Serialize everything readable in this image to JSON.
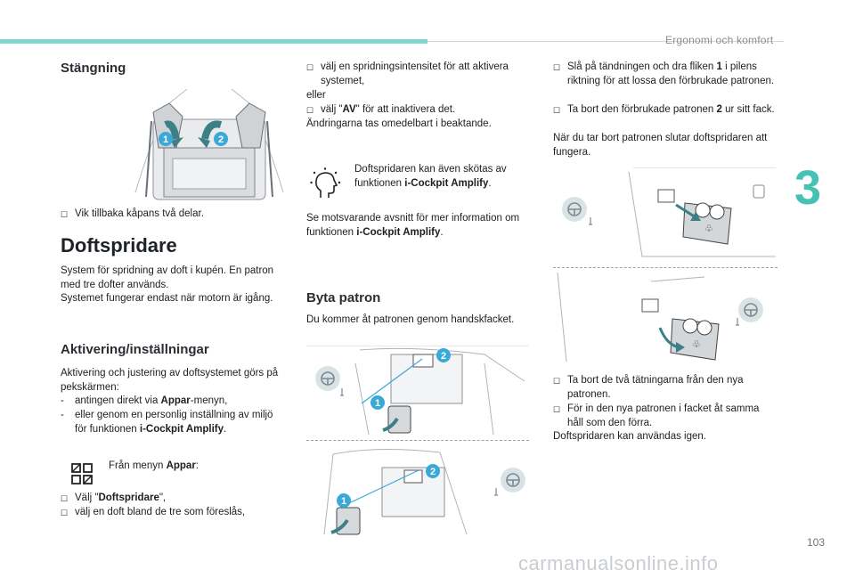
{
  "header": {
    "chapter_title": "Ergonomi och komfort",
    "chapter_number": "3"
  },
  "page_number": "103",
  "watermark": "carmanualsonline.info",
  "col1": {
    "closing_heading": "Stängning",
    "closing_bullet": "Vik tillbaka kåpans två delar.",
    "figure_labels": [
      "1",
      "2"
    ],
    "diffuser_heading": "Doftspridare",
    "diffuser_text_1": "System för spridning av doft i kupén. En patron med tre dofter används.",
    "diffuser_text_2": "Systemet fungerar endast när motorn är igång.",
    "activation_heading": "Aktivering/inställningar",
    "activation_text": "Aktivering och justering av doftsystemet görs på pekskärmen:",
    "dash_1_prefix": "antingen direkt via ",
    "dash_1_bold": "Appar",
    "dash_1_suffix": "-menyn,",
    "dash_2_prefix": "eller genom en personlig inställning av miljö för funktionen ",
    "dash_2_bold": "i-Cockpit Amplify",
    "dash_2_suffix": ".",
    "menu_prefix": "Från menyn ",
    "menu_bold": "Appar",
    "menu_suffix": ":",
    "bullet_select_prefix": "Välj \"",
    "bullet_select_bold": "Doftspridare",
    "bullet_select_suffix": "\",",
    "bullet_choose": "välj en doft bland de tre som föreslås,"
  },
  "col2": {
    "bullet_intensity": "välj en spridningsintensitet för att aktivera systemet,",
    "or": "eller",
    "bullet_off_prefix": "välj \"",
    "bullet_off_bold": "AV",
    "bullet_off_suffix": "\" för att inaktivera det.",
    "changes_text": "Ändringarna tas omedelbart i beaktande.",
    "note_prefix": "Doftspridaren kan även skötas av funktionen ",
    "note_bold": "i-Cockpit Amplify",
    "note_suffix": ".",
    "see_prefix": "Se motsvarande avsnitt för mer information om funktionen ",
    "see_bold": "i-Cockpit Amplify",
    "see_suffix": ".",
    "replace_heading": "Byta patron",
    "replace_text": "Du kommer åt patronen genom handskfacket.",
    "figure_labels": [
      "1",
      "2"
    ]
  },
  "col3": {
    "bullet_1_prefix": "Slå på tändningen och dra fliken ",
    "bullet_1_bold": "1",
    "bullet_1_suffix": " i pilens riktning för att lossa den förbrukade patronen.",
    "bullet_2_prefix": "Ta bort den förbrukade patronen ",
    "bullet_2_bold": "2",
    "bullet_2_suffix": " ur sitt fack.",
    "after_text": "När du tar bort patronen slutar doftspridaren att fungera.",
    "bullet_3": "Ta bort de två tätningarna från den nya patronen.",
    "bullet_4": "För in den nya patronen i facket åt samma håll som den förra.",
    "final_text": "Doftspridaren kan användas igen."
  },
  "colors": {
    "accent": "#45c1b5",
    "figure_label": "#3aa9d8",
    "arrow_green": "#3d7f86"
  },
  "icons": [
    "bullet-square-icon",
    "apps-grid-icon",
    "voice-assistant-icon",
    "steering-wheel-icon"
  ]
}
